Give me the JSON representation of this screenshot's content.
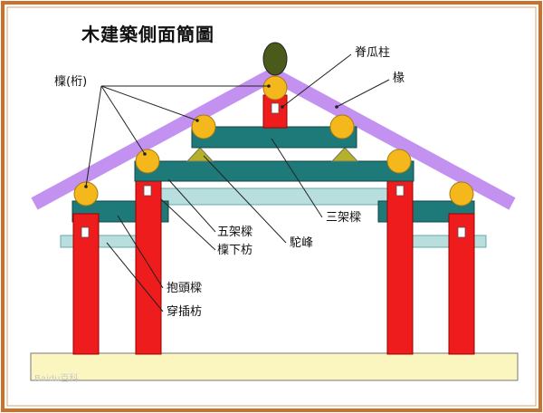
{
  "title": "木建築側面簡圖",
  "labels": {
    "purlin": "檁(桁)",
    "king_post": "脊瓜柱",
    "rafter": "椽",
    "five_beam": "五架樑",
    "purlin_tie": "檁下枋",
    "three_beam": "三架樑",
    "camel_hump": "駝峰",
    "head_beam": "抱頭樑",
    "tie_beam": "穿插枋"
  },
  "watermark": "Baidu百科",
  "colors": {
    "frame": "#c8722d",
    "rafter": "#c391f0",
    "column": "#ee1c1c",
    "beam": "#1e7a78",
    "tie": "#b8dede",
    "purlin": "#f5b81c",
    "camel_hump": "#b5b12a",
    "ridge_ball": "#4a5a1a",
    "base": "#fbf6c0"
  }
}
